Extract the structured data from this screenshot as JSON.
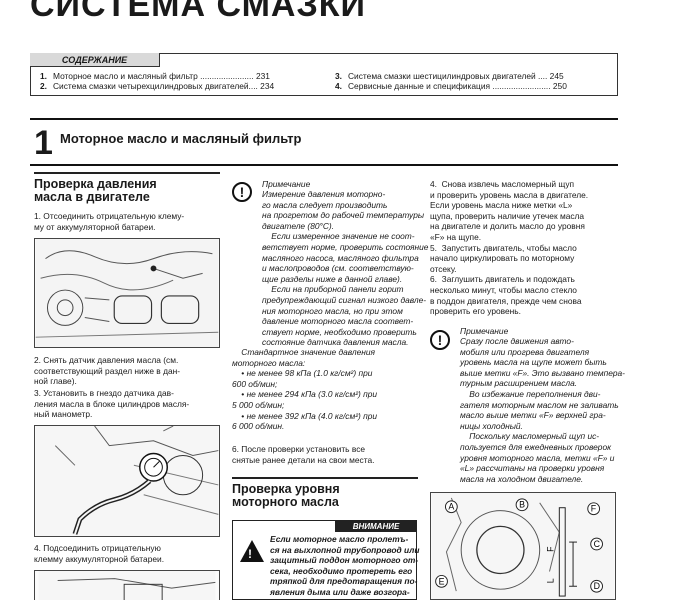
{
  "title": "СИСТЕМА СМАЗКИ",
  "toc": {
    "heading": "СОДЕРЖАНИЕ",
    "items": [
      {
        "num": "1.",
        "text": "Моторное масло и масляный фильтр ....................... 231"
      },
      {
        "num": "2.",
        "text": "Система смазки четырехцилиндровых двигателей.... 234"
      },
      {
        "num": "3.",
        "text": "Система смазки шестицилиндровых двигателей .... 245"
      },
      {
        "num": "4.",
        "text": "Сервисные данные и спецификация ......................... 250"
      }
    ]
  },
  "chapter": {
    "number": "1",
    "title": "Моторное масло и масляный фильтр"
  },
  "col1": {
    "heading": [
      "Проверка давления",
      "масла в двигателе"
    ],
    "step1": [
      "1.  Отсоединить отрицательную клему-",
      "мy от аккумуляторной батареи."
    ],
    "step2": [
      "2.  Снять датчик давления масла (см.",
      "соответствующий раздел ниже в дан-",
      "ной главе)."
    ],
    "step3": [
      "3.  Установить в гнездо датчика дав-",
      "ления масла в блоке цилиндров масля-",
      "ный манометр."
    ],
    "step4": [
      "4.  Подсоединить         отрицательную",
      "клемму аккумуляторной батареи."
    ]
  },
  "col2": {
    "note_label": "Примечание",
    "note": [
      "Измерение давления моторно-",
      "го масла следует производить",
      "на прогретом до рабочей температуры",
      "двигателе (80°C).",
      "    Если измеренное значение не соот-",
      "ветствует норме, проверить состояние",
      "масляного насоса, масляного фильтра",
      "и маслопроводов (см. соответствую-",
      "щие разделы ниже в данной главе).",
      "    Если на приборной панели горит",
      "предупреждающий сигнал низкого давле-",
      "ния моторного масла, но при этом",
      "давление моторного масла соответ-",
      "ствует норме, необходимо проверить",
      "состояние датчика давления масла."
    ],
    "std": [
      "    Стандартное значение давления",
      "моторного масла:",
      "    • не менее 98 кПа (1.0 кг/см²) при",
      "600 об/мин;",
      "    • не менее 294 кПа (3.0 кг/см²) при",
      "5 000 об/мин;",
      "    • не менее 392 кПа (4.0 кг/см²) при",
      "6 000 об/мин."
    ],
    "step6": [
      "6.  После проверки установить все",
      "снятые ранее детали на свои места."
    ],
    "heading2": [
      "Проверка уровня",
      "моторного масла"
    ],
    "warn_label": "ВНИМАНИЕ",
    "warn": [
      "Если моторное масло пролетъ-",
      "ся на выхлопной трубопровод или",
      "защитный поддон моторного от-",
      "сека, необходимо протереть его",
      "тряпкой для предотвращения по-",
      "явления дыма или даже возгора-"
    ]
  },
  "col3": {
    "steps": [
      "4.  Снова извлечь масломерный щуп",
      "и проверить уровень масла в двигателе.",
      "Если уровень масла ниже метки «L»",
      "щупа, проверить наличие утечек масла",
      "на двигателе и долить масло до уровня",
      "«F» на щупе.",
      "5.  Запустить двигатель, чтобы масло",
      "начало циркулировать по моторному",
      "отсеку.",
      "6.  Заглушить двигатель и подождать",
      "несколько минут, чтобы масло стекло",
      "в поддон двигателя, прежде чем снова",
      "проверить его уровень."
    ],
    "note_label": "Примечание",
    "note": [
      "Сразу после движения авто-",
      "мобиля или прогрева двигателя",
      "уровень масла на щупе может быть",
      "выше метки «F». Это вызвано темпера-",
      "турным расширением масла.",
      "    Во избежание переполнения дви-",
      "гателя моторным маслом не заливать",
      "масло выше метки «F» верхней гра-",
      "ницы холодный.",
      "    Поскольку масломерный щуп ис-",
      "пользуется для ежедневных проверок",
      "уровня моторного масла, метки «F» и",
      "«L» рассчитаны на проверки уровня",
      "масла на холодном двигателе."
    ],
    "callouts": [
      "A",
      "B",
      "C",
      "D",
      "E",
      "F"
    ]
  }
}
